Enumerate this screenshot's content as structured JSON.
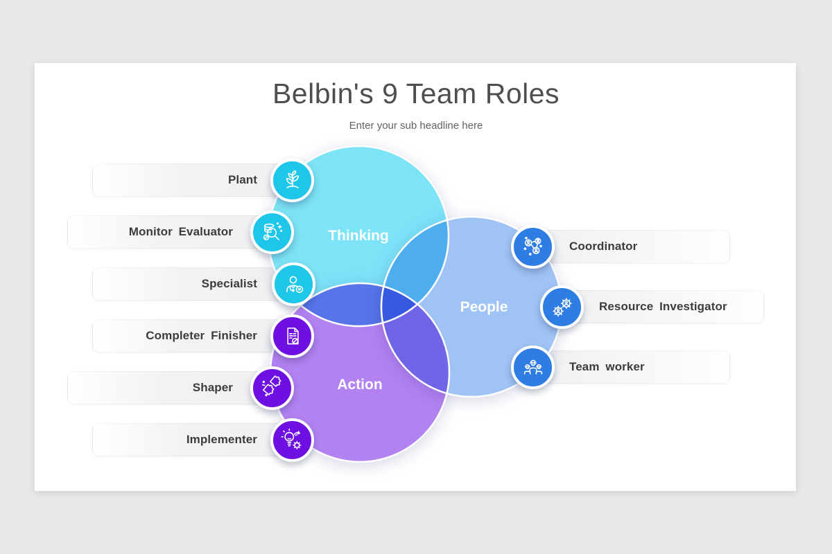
{
  "header": {
    "title": "Belbin's 9 Team Roles",
    "subtitle": "Enter your sub headline here"
  },
  "venn": {
    "circles": [
      {
        "label": "Thinking",
        "fill": "#7de3f7"
      },
      {
        "label": "Action",
        "fill": "#b382f1"
      },
      {
        "label": "People",
        "fill": "#9fc3f5"
      }
    ]
  },
  "roles": {
    "left": [
      {
        "label": "Plant",
        "icon": "plant-icon",
        "icon_color": "#1ec6e9"
      },
      {
        "label": "Monitor Evaluator",
        "icon": "monitor-evaluator-icon",
        "icon_color": "#1ec6e9"
      },
      {
        "label": "Specialist",
        "icon": "specialist-icon",
        "icon_color": "#1ec6e9"
      },
      {
        "label": "Completer Finisher",
        "icon": "completer-finisher-icon",
        "icon_color": "#6f10e2"
      },
      {
        "label": "Shaper",
        "icon": "shaper-icon",
        "icon_color": "#6f10e2"
      },
      {
        "label": "Implementer",
        "icon": "implementer-icon",
        "icon_color": "#6f10e2"
      }
    ],
    "right": [
      {
        "label": "Coordinator",
        "icon": "coordinator-icon",
        "icon_color": "#2e7de4"
      },
      {
        "label": "Resource Investigator",
        "icon": "resource-investigator-icon",
        "icon_color": "#2e7de4"
      },
      {
        "label": "Team worker",
        "icon": "team-worker-icon",
        "icon_color": "#2e7de4"
      }
    ]
  },
  "colors": {
    "page_bg": "#e8e7e9",
    "card_bg": "#ffffff",
    "thinking_fill": "#7de3f7",
    "action_fill": "#b382f1",
    "people_fill": "#9fc3f5",
    "cyan_icon": "#1ec6e9",
    "purple_icon": "#6f10e2",
    "blue_icon": "#2e7de4",
    "pill_text": "#3c3c3c"
  }
}
